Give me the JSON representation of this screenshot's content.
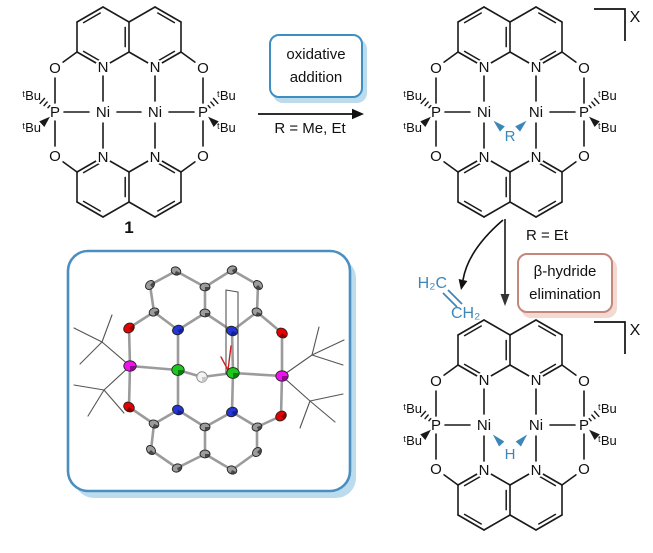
{
  "scheme": {
    "labels": {
      "o": "O",
      "n": "N",
      "ni": "Ni",
      "p": "P",
      "tbu": "ᵗBu",
      "r": "R",
      "h": "H",
      "x": "X",
      "compound1": "1"
    },
    "colors": {
      "bond": "#1a1a1a",
      "accent_blue": "#3d87b8",
      "ox_box_border": "#3e8ec4",
      "ox_box_shadow": "#bcdcee",
      "beta_box_border": "#c4877a",
      "beta_box_shadow": "#f2d9d2"
    },
    "step1": {
      "box_line1": "oxidative",
      "box_line2": "addition",
      "caption": "R = Me, Et"
    },
    "step2": {
      "condition": "R = Et",
      "box_line1": "β-hydride",
      "box_line2": "elimination",
      "ethylene_top": "H₂C",
      "ethylene_bottom": "CH₂"
    },
    "complexes": [
      {
        "bridge": "none",
        "compound_label": "1"
      },
      {
        "bridge": "R",
        "charge_label": "X"
      },
      {
        "bridge": "H",
        "charge_label": "X"
      }
    ]
  },
  "crystal": {
    "colors": {
      "carbon": "#9c9c9c",
      "nitrogen": "#2437d4",
      "oxygen": "#e60000",
      "phosphorus": "#ee12ee",
      "nickel": "#1dc81d",
      "hydride": "#f4f4f4",
      "bond": "#9b9b9b",
      "wire": "#555555",
      "disorder_red": "#cc2222",
      "frame_border": "#4a8fc0",
      "frame_shadow": "#bcdcee"
    }
  }
}
